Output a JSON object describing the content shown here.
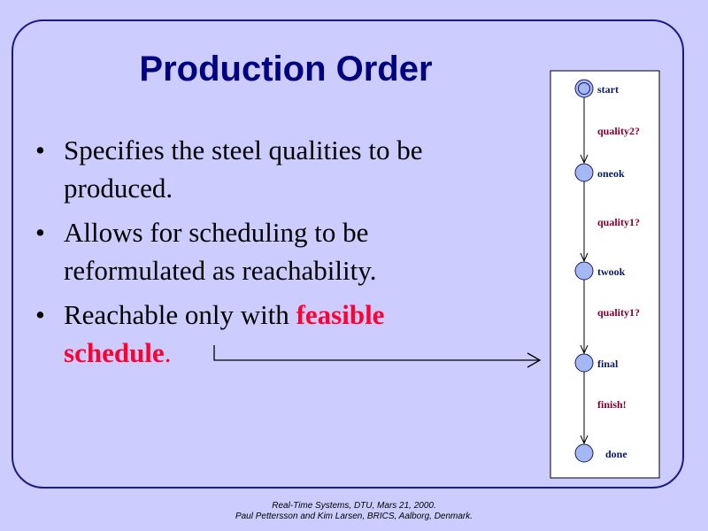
{
  "title": "Production Order",
  "bullets": [
    {
      "text": "Specifies the steel qualities to be produced."
    },
    {
      "text": "Allows for scheduling to be reformulated as reachability."
    },
    {
      "text": "Reachable only with ",
      "highlight": "feasible schedule",
      "after": "."
    }
  ],
  "automaton": {
    "states": [
      "start",
      "oneok",
      "twook",
      "final",
      "done"
    ],
    "edges": [
      "quality2?",
      "quality1?",
      "quality1?",
      "finish!"
    ]
  },
  "footer": {
    "line1": "Real-Time Systems, DTU, Mars 21, 2000.",
    "line2": "Paul Pettersson and Kim Larsen, BRICS, Aalborg, Denmark."
  }
}
